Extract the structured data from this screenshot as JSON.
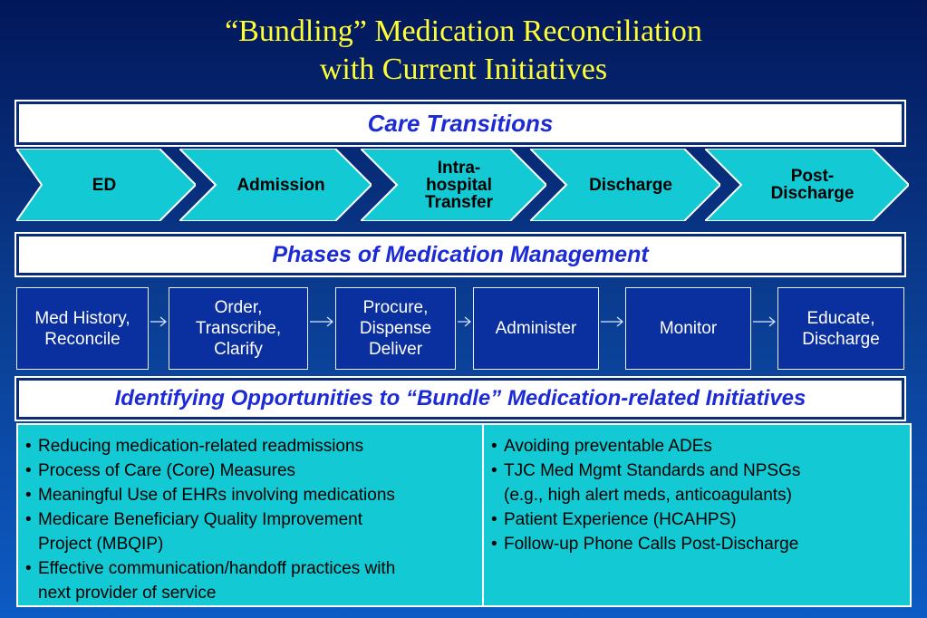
{
  "title": {
    "line1": "“Bundling” Medication Reconciliation",
    "line2": "with Current Initiatives"
  },
  "care_transitions": {
    "heading": "Care Transitions",
    "steps": [
      [
        "ED"
      ],
      [
        "Admission"
      ],
      [
        "Intra-",
        "hospital",
        "Transfer"
      ],
      [
        "Discharge"
      ],
      [
        "Post-",
        "Discharge"
      ]
    ]
  },
  "phases": {
    "heading": "Phases of Medication Management",
    "items": [
      [
        "Med History,",
        "Reconcile"
      ],
      [
        "Order,",
        "Transcribe,",
        "Clarify"
      ],
      [
        "Procure,",
        "Dispense",
        "Deliver"
      ],
      [
        "Administer"
      ],
      [
        "Monitor"
      ],
      [
        "Educate,",
        "Discharge"
      ]
    ]
  },
  "opportunities": {
    "heading": "Identifying Opportunities to “Bundle” Medication-related Initiatives",
    "left": [
      {
        "bullet": "•",
        "lines": [
          "Reducing medication-related readmissions"
        ]
      },
      {
        "bullet": "•",
        "lines": [
          "Process of Care (Core) Measures"
        ]
      },
      {
        "bullet": "•",
        "lines": [
          "Meaningful Use of EHRs involving medications"
        ]
      },
      {
        "bullet": "•",
        "lines": [
          "Medicare Beneficiary Quality Improvement",
          "Project  (MBQIP)"
        ]
      },
      {
        "bullet": "•",
        "lines": [
          "Effective communication/handoff practices with",
          "next provider of service"
        ]
      }
    ],
    "right": [
      {
        "bullet": "•",
        "lines": [
          "Avoiding preventable ADEs"
        ]
      },
      {
        "bullet": "•",
        "lines": [
          "TJC Med Mgmt Standards and NPSGs",
          "(e.g., high alert meds, anticoagulants)"
        ]
      },
      {
        "bullet": "•",
        "lines": [
          "Patient Experience (HCAHPS)"
        ]
      },
      {
        "bullet": "•",
        "lines": [
          "Follow-up Phone Calls Post-Discharge"
        ]
      }
    ]
  },
  "colors": {
    "title": "#ffff33",
    "heading_text": "#1d2bd6",
    "chevron_fill": "#13c9d3",
    "phase_box": "#0a2f9e",
    "table_fill": "#13c9d3"
  }
}
